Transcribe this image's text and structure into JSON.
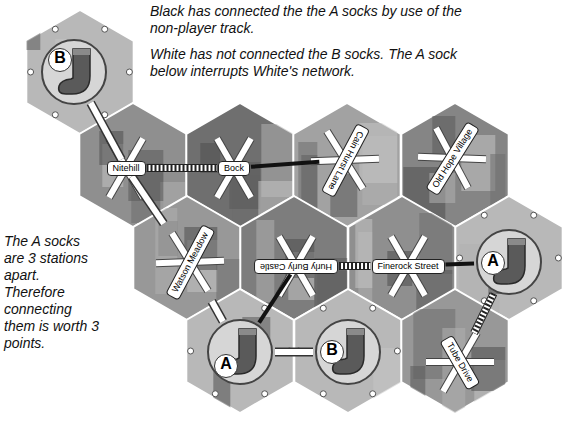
{
  "diagram": {
    "nodes": [
      {
        "text": [
          "B"
        ]
      },
      {
        "text": [
          "Nitehill"
        ]
      },
      {
        "text": [
          "Bock"
        ]
      },
      {
        "text": [
          "Cain Hurst Lane"
        ]
      },
      {
        "text": [
          "Old Hope Village"
        ]
      },
      {
        "text": [
          "Watson Meadow"
        ]
      },
      {
        "text": [
          "Hurly Burly Castle"
        ]
      },
      {
        "text": [
          "Finerock Street"
        ]
      },
      {
        "text": [
          "A"
        ]
      },
      {
        "text": [
          "A"
        ]
      },
      {
        "text": [
          "B"
        ]
      },
      {
        "text": [
          "Tube Drive"
        ]
      }
    ],
    "edges": [
      {
        "from": 0,
        "to": 1,
        "arrow": "none"
      },
      {
        "from": 1,
        "to": 2,
        "arrow": "none"
      },
      {
        "from": 2,
        "to": 3,
        "arrow": "none"
      },
      {
        "from": 1,
        "to": 5,
        "arrow": "none"
      },
      {
        "from": 5,
        "to": 9,
        "arrow": "none"
      },
      {
        "from": 6,
        "to": 7,
        "arrow": "none"
      },
      {
        "from": 6,
        "to": 9,
        "arrow": "none"
      },
      {
        "from": 7,
        "to": 8,
        "arrow": "none"
      },
      {
        "from": 9,
        "to": 10,
        "arrow": "none"
      },
      {
        "from": 8,
        "to": 11,
        "arrow": "none"
      }
    ],
    "labels": [
      "Black has connected the the A socks by use of the non-player track.",
      "White has not connected the B socks. The A sock below interrupts White's network.",
      "The A socks are 3 stations apart. Therefore connecting them is worth 3 points."
    ]
  }
}
